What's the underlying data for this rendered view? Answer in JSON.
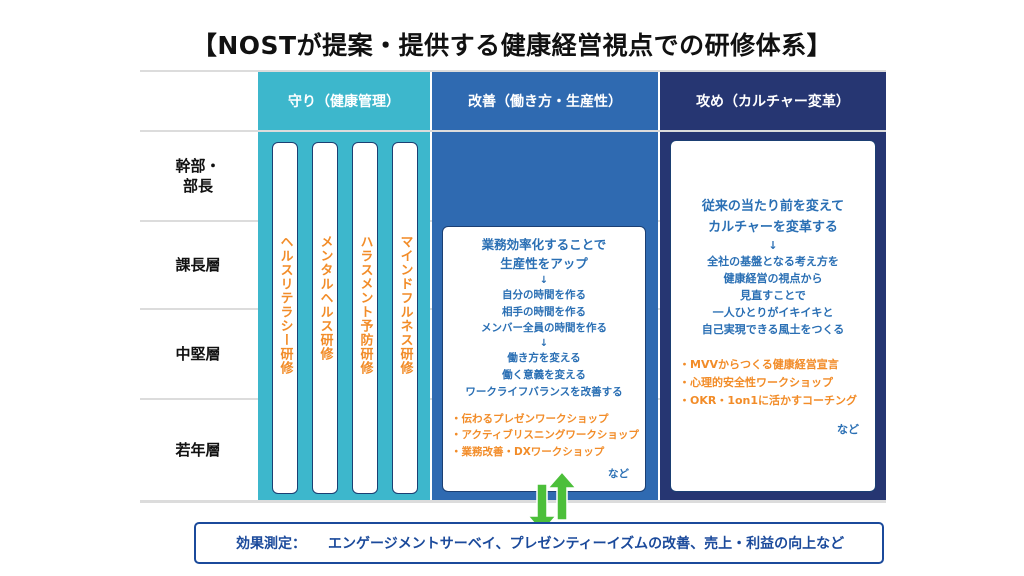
{
  "title": "【NOSTが提案・提供する健康経営視点での研修体系】",
  "columns": [
    {
      "label": "守り（健康管理）",
      "color": "#3db7cc"
    },
    {
      "label": "改善（働き方・生産性）",
      "color": "#2f6ab1"
    },
    {
      "label": "攻め（カルチャー変革）",
      "color": "#263672"
    }
  ],
  "rows": [
    "幹部・\n部長",
    "課長層",
    "中堅層",
    "若年層"
  ],
  "defense": {
    "trainings": [
      "ヘルスリテラシー研修",
      "メンタルヘルス研修",
      "ハラスメント予防研修",
      "マインドフルネス研修"
    ]
  },
  "improve": {
    "headline": "業務効率化することで\n生産性をアップ",
    "arrow1": "↓",
    "lines1": "自分の時間を作る\n相手の時間を作る\nメンバー全員の時間を作る",
    "arrow2": "↓",
    "lines2": "働き方を変える\n働く意義を変える\nワークライフバランスを改善する",
    "bullets": [
      "伝わるプレゼンワークショップ",
      "アクティブリスニングワークショップ",
      "業務改善・DXワークショップ"
    ],
    "etc": "など"
  },
  "attack": {
    "headline": "従来の当たり前を変えて\nカルチャーを変革する",
    "arrow": "↓",
    "lines": "全社の基盤となる考え方を\n健康経営の視点から\n見直すことで\n一人ひとりがイキイキと\n自己実現できる風土をつくる",
    "bullets": [
      "MVVからつくる健康経営宣言",
      "心理的安全性ワークショップ",
      "OKR・1on1に活かすコーチング"
    ],
    "etc": "など"
  },
  "measurement": {
    "label": "効果測定：",
    "text": "エンゲージメントサーベイ、プレゼンティーイズムの改善、売上・利益の向上など"
  },
  "colors": {
    "arrow_green": "#4cbf3a",
    "navy": "#1b3f73",
    "orange": "#f28c28",
    "blue_text": "#2a6fb4"
  }
}
